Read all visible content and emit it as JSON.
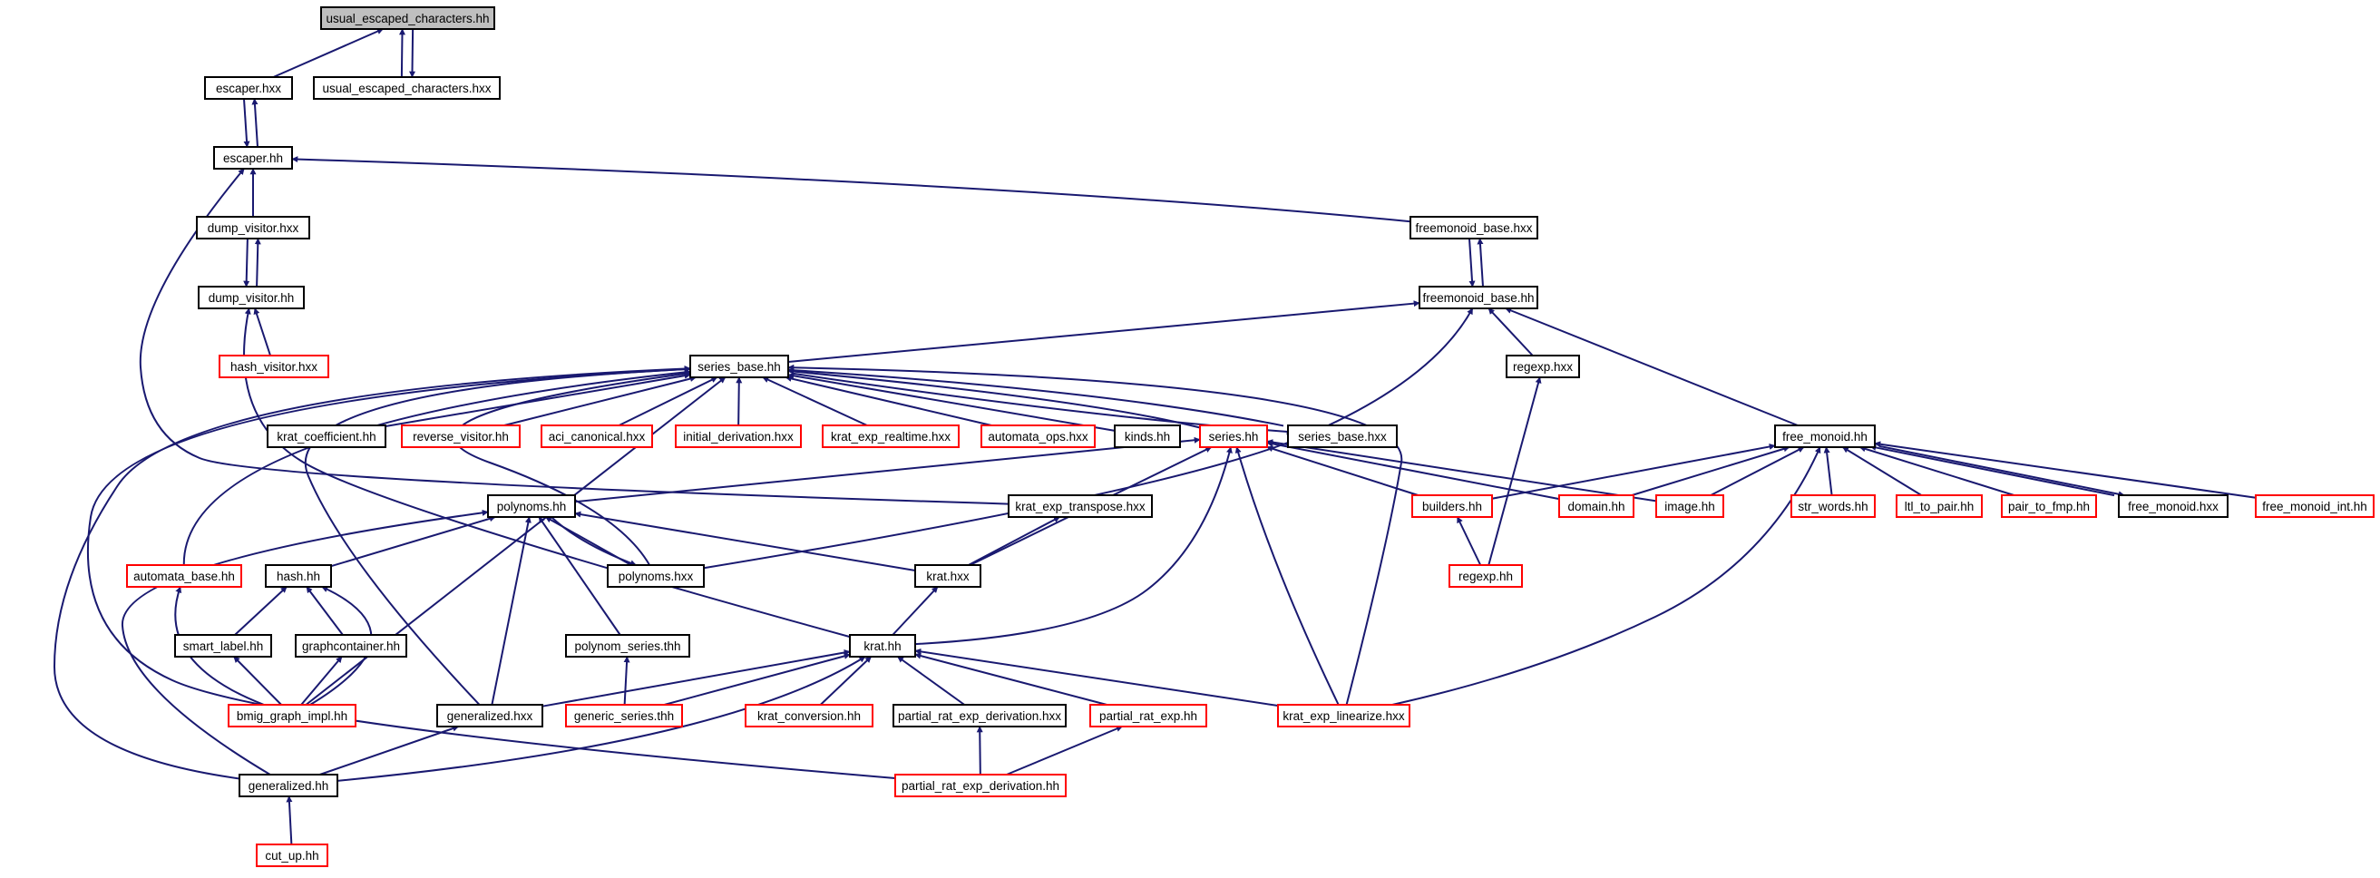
{
  "colors": {
    "edge": "#191970",
    "root_fill": "#bfbfbf",
    "node_fill": "#ffffff",
    "node_border": "#000000",
    "truncated_border": "#ff0000"
  },
  "nodes": [
    {
      "id": "usual_escaped_characters_hh",
      "label": "usual_escaped_characters.hh",
      "style": "root"
    },
    {
      "id": "escaper_hxx",
      "label": "escaper.hxx",
      "style": "normal"
    },
    {
      "id": "usual_escaped_characters_hxx",
      "label": "usual_escaped_characters.hxx",
      "style": "normal"
    },
    {
      "id": "escaper_hh",
      "label": "escaper.hh",
      "style": "normal"
    },
    {
      "id": "dump_visitor_hxx",
      "label": "dump_visitor.hxx",
      "style": "normal"
    },
    {
      "id": "freemonoid_base_hxx",
      "label": "freemonoid_base.hxx",
      "style": "normal"
    },
    {
      "id": "dump_visitor_hh",
      "label": "dump_visitor.hh",
      "style": "normal"
    },
    {
      "id": "freemonoid_base_hh",
      "label": "freemonoid_base.hh",
      "style": "normal"
    },
    {
      "id": "hash_visitor_hxx",
      "label": "hash_visitor.hxx",
      "style": "truncated"
    },
    {
      "id": "series_base_hh",
      "label": "series_base.hh",
      "style": "normal"
    },
    {
      "id": "regexp_hxx",
      "label": "regexp.hxx",
      "style": "normal"
    },
    {
      "id": "krat_coefficient_hh",
      "label": "krat_coefficient.hh",
      "style": "normal"
    },
    {
      "id": "reverse_visitor_hh",
      "label": "reverse_visitor.hh",
      "style": "truncated"
    },
    {
      "id": "aci_canonical_hxx",
      "label": "aci_canonical.hxx",
      "style": "truncated"
    },
    {
      "id": "initial_derivation_hxx",
      "label": "initial_derivation.hxx",
      "style": "truncated"
    },
    {
      "id": "krat_exp_realtime_hxx",
      "label": "krat_exp_realtime.hxx",
      "style": "truncated"
    },
    {
      "id": "automata_ops_hxx",
      "label": "automata_ops.hxx",
      "style": "truncated"
    },
    {
      "id": "kinds_hh",
      "label": "kinds.hh",
      "style": "normal"
    },
    {
      "id": "series_hh",
      "label": "series.hh",
      "style": "truncated"
    },
    {
      "id": "series_base_hxx",
      "label": "series_base.hxx",
      "style": "normal"
    },
    {
      "id": "free_monoid_hh",
      "label": "free_monoid.hh",
      "style": "normal"
    },
    {
      "id": "polynoms_hh",
      "label": "polynoms.hh",
      "style": "normal"
    },
    {
      "id": "krat_exp_transpose_hxx",
      "label": "krat_exp_transpose.hxx",
      "style": "normal"
    },
    {
      "id": "builders_hh",
      "label": "builders.hh",
      "style": "truncated"
    },
    {
      "id": "domain_hh",
      "label": "domain.hh",
      "style": "truncated"
    },
    {
      "id": "image_hh",
      "label": "image.hh",
      "style": "truncated"
    },
    {
      "id": "str_words_hh",
      "label": "str_words.hh",
      "style": "truncated"
    },
    {
      "id": "ltl_to_pair_hh",
      "label": "ltl_to_pair.hh",
      "style": "truncated"
    },
    {
      "id": "pair_to_fmp_hh",
      "label": "pair_to_fmp.hh",
      "style": "truncated"
    },
    {
      "id": "free_monoid_hxx",
      "label": "free_monoid.hxx",
      "style": "normal"
    },
    {
      "id": "free_monoid_int_hh",
      "label": "free_monoid_int.hh",
      "style": "truncated"
    },
    {
      "id": "automata_base_hh",
      "label": "automata_base.hh",
      "style": "truncated"
    },
    {
      "id": "hash_hh",
      "label": "hash.hh",
      "style": "normal"
    },
    {
      "id": "polynoms_hxx",
      "label": "polynoms.hxx",
      "style": "normal"
    },
    {
      "id": "krat_hxx",
      "label": "krat.hxx",
      "style": "normal"
    },
    {
      "id": "regexp_hh",
      "label": "regexp.hh",
      "style": "truncated"
    },
    {
      "id": "smart_label_hh",
      "label": "smart_label.hh",
      "style": "normal"
    },
    {
      "id": "graphcontainer_hh",
      "label": "graphcontainer.hh",
      "style": "normal"
    },
    {
      "id": "polynom_series_thh",
      "label": "polynom_series.thh",
      "style": "normal"
    },
    {
      "id": "krat_hh",
      "label": "krat.hh",
      "style": "normal"
    },
    {
      "id": "bmig_graph_impl_hh",
      "label": "bmig_graph_impl.hh",
      "style": "truncated"
    },
    {
      "id": "generalized_hxx",
      "label": "generalized.hxx",
      "style": "normal"
    },
    {
      "id": "generic_series_thh",
      "label": "generic_series.thh",
      "style": "truncated"
    },
    {
      "id": "krat_conversion_hh",
      "label": "krat_conversion.hh",
      "style": "truncated"
    },
    {
      "id": "partial_rat_exp_derivation_hxx",
      "label": "partial_rat_exp_derivation.hxx",
      "style": "normal"
    },
    {
      "id": "partial_rat_exp_hh",
      "label": "partial_rat_exp.hh",
      "style": "truncated"
    },
    {
      "id": "krat_exp_linearize_hxx",
      "label": "krat_exp_linearize.hxx",
      "style": "truncated"
    },
    {
      "id": "generalized_hh",
      "label": "generalized.hh",
      "style": "normal"
    },
    {
      "id": "partial_rat_exp_derivation_hh",
      "label": "partial_rat_exp_derivation.hh",
      "style": "truncated"
    },
    {
      "id": "cut_up_hh",
      "label": "cut_up.hh",
      "style": "truncated"
    }
  ],
  "edges": [
    [
      "usual_escaped_characters_hh",
      "escaper_hxx"
    ],
    [
      "usual_escaped_characters_hh",
      "usual_escaped_characters_hxx"
    ],
    [
      "usual_escaped_characters_hxx",
      "usual_escaped_characters_hh"
    ],
    [
      "escaper_hh",
      "escaper_hxx"
    ],
    [
      "escaper_hxx",
      "escaper_hh"
    ],
    [
      "escaper_hh",
      "dump_visitor_hxx"
    ],
    [
      "escaper_hh",
      "freemonoid_base_hxx"
    ],
    [
      "escaper_hh",
      "krat_exp_transpose_hxx"
    ],
    [
      "dump_visitor_hxx",
      "dump_visitor_hh"
    ],
    [
      "dump_visitor_hh",
      "dump_visitor_hxx"
    ],
    [
      "dump_visitor_hh",
      "hash_visitor_hxx"
    ],
    [
      "dump_visitor_hh",
      "krat_hh"
    ],
    [
      "freemonoid_base_hxx",
      "freemonoid_base_hh"
    ],
    [
      "freemonoid_base_hh",
      "freemonoid_base_hxx"
    ],
    [
      "freemonoid_base_hh",
      "series_base_hh"
    ],
    [
      "freemonoid_base_hh",
      "regexp_hxx"
    ],
    [
      "freemonoid_base_hh",
      "free_monoid_hh"
    ],
    [
      "freemonoid_base_hh",
      "polynoms_hxx"
    ],
    [
      "series_base_hh",
      "krat_coefficient_hh"
    ],
    [
      "series_base_hh",
      "reverse_visitor_hh"
    ],
    [
      "series_base_hh",
      "aci_canonical_hxx"
    ],
    [
      "series_base_hh",
      "initial_derivation_hxx"
    ],
    [
      "series_base_hh",
      "krat_exp_realtime_hxx"
    ],
    [
      "series_base_hh",
      "automata_ops_hxx"
    ],
    [
      "series_base_hh",
      "kinds_hh"
    ],
    [
      "series_base_hh",
      "series_hh"
    ],
    [
      "series_base_hh",
      "series_base_hxx"
    ],
    [
      "series_base_hxx",
      "series_base_hh"
    ],
    [
      "series_base_hh",
      "automata_base_hh"
    ],
    [
      "series_base_hh",
      "generalized_hxx"
    ],
    [
      "series_base_hh",
      "generalized_hh"
    ],
    [
      "series_base_hh",
      "bmig_graph_impl_hh"
    ],
    [
      "series_base_hh",
      "polynoms_hxx"
    ],
    [
      "series_base_hh",
      "krat_exp_linearize_hxx"
    ],
    [
      "series_hh",
      "polynoms_hh"
    ],
    [
      "series_hh",
      "builders_hh"
    ],
    [
      "series_hh",
      "domain_hh"
    ],
    [
      "series_hh",
      "image_hh"
    ],
    [
      "series_hh",
      "krat_hxx"
    ],
    [
      "series_hh",
      "krat_hh"
    ],
    [
      "series_hh",
      "krat_exp_linearize_hxx"
    ],
    [
      "regexp_hxx",
      "regexp_hh"
    ],
    [
      "free_monoid_hh",
      "builders_hh"
    ],
    [
      "free_monoid_hh",
      "domain_hh"
    ],
    [
      "free_monoid_hh",
      "image_hh"
    ],
    [
      "free_monoid_hh",
      "str_words_hh"
    ],
    [
      "free_monoid_hh",
      "ltl_to_pair_hh"
    ],
    [
      "free_monoid_hh",
      "pair_to_fmp_hh"
    ],
    [
      "free_monoid_hh",
      "free_monoid_hxx"
    ],
    [
      "free_monoid_hxx",
      "free_monoid_hh"
    ],
    [
      "free_monoid_hh",
      "free_monoid_int_hh"
    ],
    [
      "free_monoid_hh",
      "krat_exp_linearize_hxx"
    ],
    [
      "builders_hh",
      "regexp_hh"
    ],
    [
      "polynoms_hh",
      "hash_hh"
    ],
    [
      "polynoms_hh",
      "polynoms_hxx"
    ],
    [
      "polynoms_hxx",
      "polynoms_hh"
    ],
    [
      "polynoms_hh",
      "krat_hxx"
    ],
    [
      "polynoms_hh",
      "polynom_series_thh"
    ],
    [
      "polynoms_hh",
      "generalized_hxx"
    ],
    [
      "polynoms_hh",
      "generalized_hh"
    ],
    [
      "krat_exp_transpose_hxx",
      "krat_hxx"
    ],
    [
      "krat_hxx",
      "krat_hh"
    ],
    [
      "hash_hh",
      "smart_label_hh"
    ],
    [
      "hash_hh",
      "graphcontainer_hh"
    ],
    [
      "hash_hh",
      "bmig_graph_impl_hh"
    ],
    [
      "automata_base_hh",
      "bmig_graph_impl_hh"
    ],
    [
      "smart_label_hh",
      "bmig_graph_impl_hh"
    ],
    [
      "graphcontainer_hh",
      "bmig_graph_impl_hh"
    ],
    [
      "polynom_series_thh",
      "generic_series_thh"
    ],
    [
      "krat_hh",
      "generalized_hxx"
    ],
    [
      "krat_hh",
      "generic_series_thh"
    ],
    [
      "krat_hh",
      "krat_conversion_hh"
    ],
    [
      "krat_hh",
      "partial_rat_exp_derivation_hxx"
    ],
    [
      "krat_hh",
      "partial_rat_exp_hh"
    ],
    [
      "krat_hh",
      "krat_exp_linearize_hxx"
    ],
    [
      "krat_hh",
      "generalized_hh"
    ],
    [
      "generalized_hxx",
      "generalized_hh"
    ],
    [
      "partial_rat_exp_derivation_hxx",
      "partial_rat_exp_derivation_hh"
    ],
    [
      "partial_rat_exp_hh",
      "partial_rat_exp_derivation_hh"
    ],
    [
      "generalized_hh",
      "cut_up_hh"
    ],
    [
      "series_base_hh",
      "partial_rat_exp_derivation_hh"
    ]
  ]
}
